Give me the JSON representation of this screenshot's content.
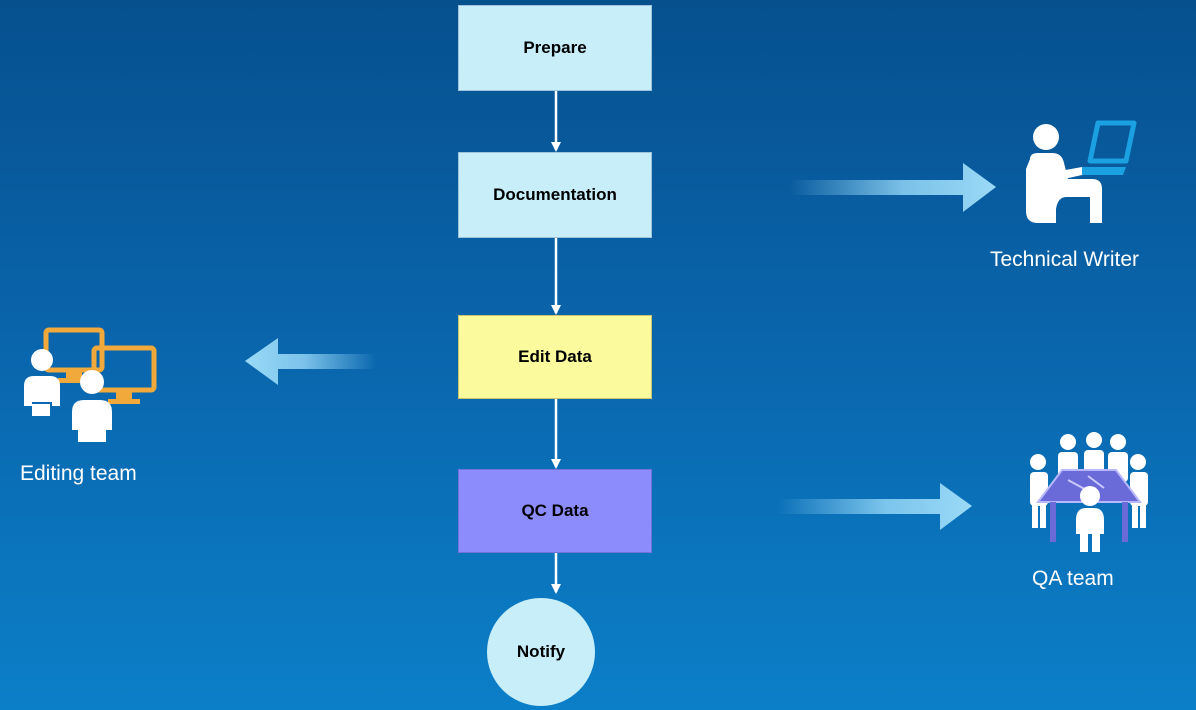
{
  "flow": {
    "steps": [
      {
        "label": "Prepare"
      },
      {
        "label": "Documentation"
      },
      {
        "label": "Edit Data"
      },
      {
        "label": "QC Data"
      },
      {
        "label": "Notify"
      }
    ]
  },
  "roles": {
    "technical_writer": "Technical Writer",
    "editing_team": "Editing team",
    "qa_team": "QA team"
  },
  "colors": {
    "box_blue": "#c7eef9",
    "box_yellow": "#fbfa9c",
    "box_purple": "#8c8cfd",
    "arrow": "#8fd3f5",
    "monitor_orange": "#f2a93b",
    "laptop_blue": "#1ba1e2",
    "table_purple": "#6a6ad8",
    "background": "#0a66ad"
  },
  "icons": {
    "technical_writer": "person-laptop-icon",
    "editing_team": "people-monitors-icon",
    "qa_team": "team-table-icon"
  }
}
